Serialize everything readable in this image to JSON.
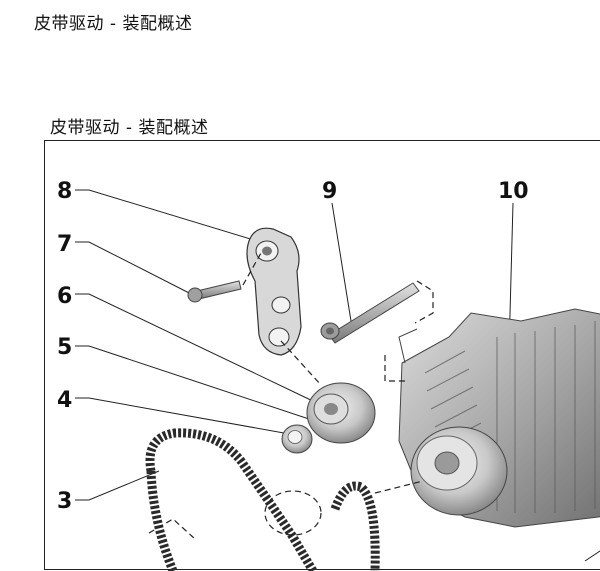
{
  "page_title": "皮带驱动 - 装配概述",
  "figure_title": "皮带驱动 - 装配概述",
  "callouts": [
    "8",
    "7",
    "6",
    "5",
    "4",
    "3",
    "9",
    "10"
  ]
}
